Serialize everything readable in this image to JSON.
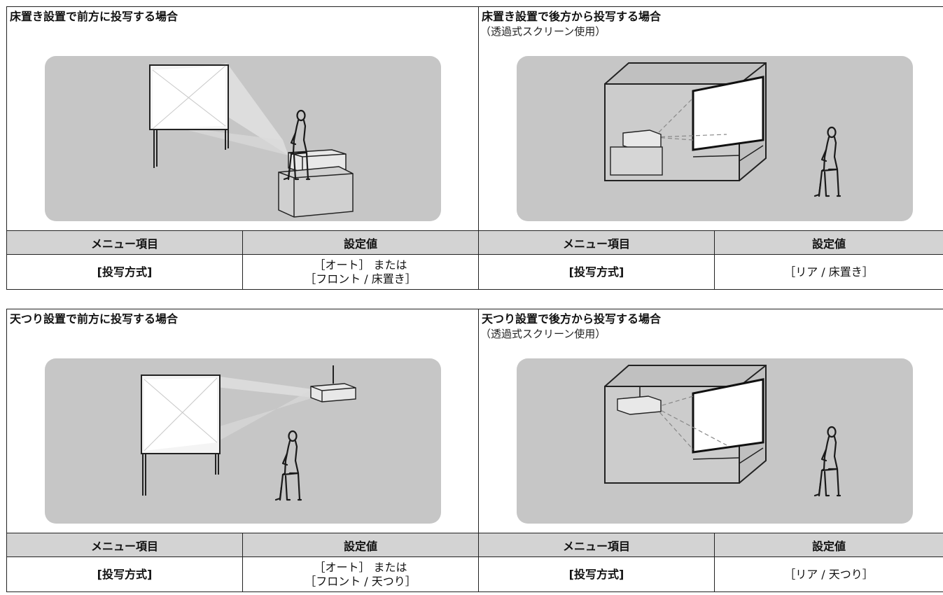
{
  "sections": [
    {
      "left": {
        "title": "床置き設置で前方に投写する場合",
        "menu_header": "メニュー項目",
        "value_header": "設定値",
        "menu_item": "[投写方式]",
        "value_line1": "［オート］ または",
        "value_line2": "［フロント / 床置き］"
      },
      "right": {
        "title": "床置き設置で後方から投写する場合",
        "subtitle": "（透過式スクリーン使用）",
        "menu_header": "メニュー項目",
        "value_header": "設定値",
        "menu_item": "[投写方式]",
        "value": "［リア / 床置き］"
      }
    },
    {
      "left": {
        "title": "天つり設置で前方に投写する場合",
        "menu_header": "メニュー項目",
        "value_header": "設定値",
        "menu_item": "[投写方式]",
        "value_line1": "［オート］ または",
        "value_line2": "［フロント / 天つり］"
      },
      "right": {
        "title": "天つり設置で後方から投写する場合",
        "subtitle": "（透過式スクリーン使用）",
        "menu_header": "メニュー項目",
        "value_header": "設定値",
        "menu_item": "[投写方式]",
        "value": "［リア / 天つり］"
      }
    }
  ],
  "colors": {
    "panel": "#c6c6c6",
    "header": "#d3d3d3",
    "border": "#222222"
  }
}
